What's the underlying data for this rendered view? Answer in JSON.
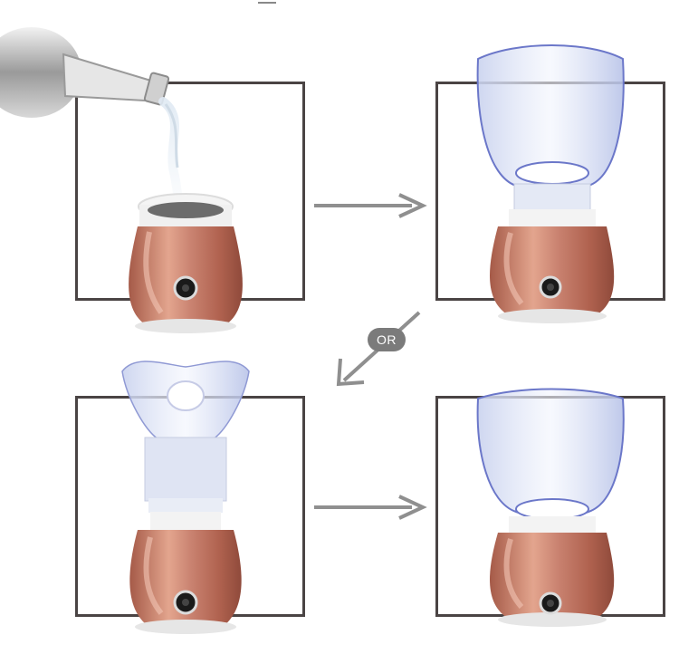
{
  "image": {
    "description_free": true,
    "steps": [
      {
        "panel": "fill-water"
      },
      {
        "panel": "attach-face-mask"
      },
      {
        "panel": "attach-nose-mask"
      },
      {
        "panel": "finished-assembly"
      }
    ],
    "or_label": "OR",
    "colors": {
      "frame": "#4a4444",
      "arrow": "#8f8f8f",
      "or_badge": "#7b7b7b",
      "base_body": "#c47a63",
      "base_highlight": "#e8a88f",
      "mask_tint": "#dfe6f5",
      "mask_edge": "#6b77c9"
    },
    "icons": {
      "arrow_right": "arrow-right-icon",
      "arrow_down_left": "arrow-down-left-icon"
    }
  }
}
